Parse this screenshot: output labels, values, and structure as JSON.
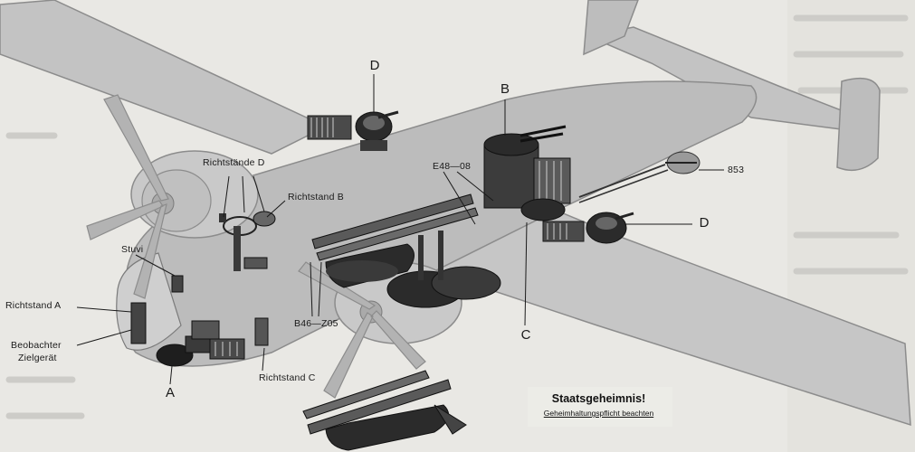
{
  "diagram": {
    "labels": {
      "d_top": "D",
      "b_top": "B",
      "richtstaende_d": "Richtstände D",
      "richtstand_b": "Richtstand B",
      "e48_08": "E48—08",
      "n853": "853",
      "d_right": "D",
      "stuvi": "Stuvi",
      "richtstand_a": "Richtstand A",
      "beobachter": "Beobachter",
      "zielgeraet": "Zielgerät",
      "a_label": "A",
      "b46_z05": "B46—Z05",
      "c_label": "C",
      "richtstand_c": "Richtstand C"
    },
    "stamp": {
      "title": "Staatsgeheimnis!",
      "subtitle": "Geheimhaltungspflicht beachten"
    },
    "colors": {
      "background": "#e9e8e4",
      "airframe": "#bfbfbf",
      "airframe_edge": "#8c8c8c",
      "metal_dark": "#2b2b2b",
      "metal_mid": "#5a5a5a",
      "line": "#1a1a1a"
    }
  }
}
